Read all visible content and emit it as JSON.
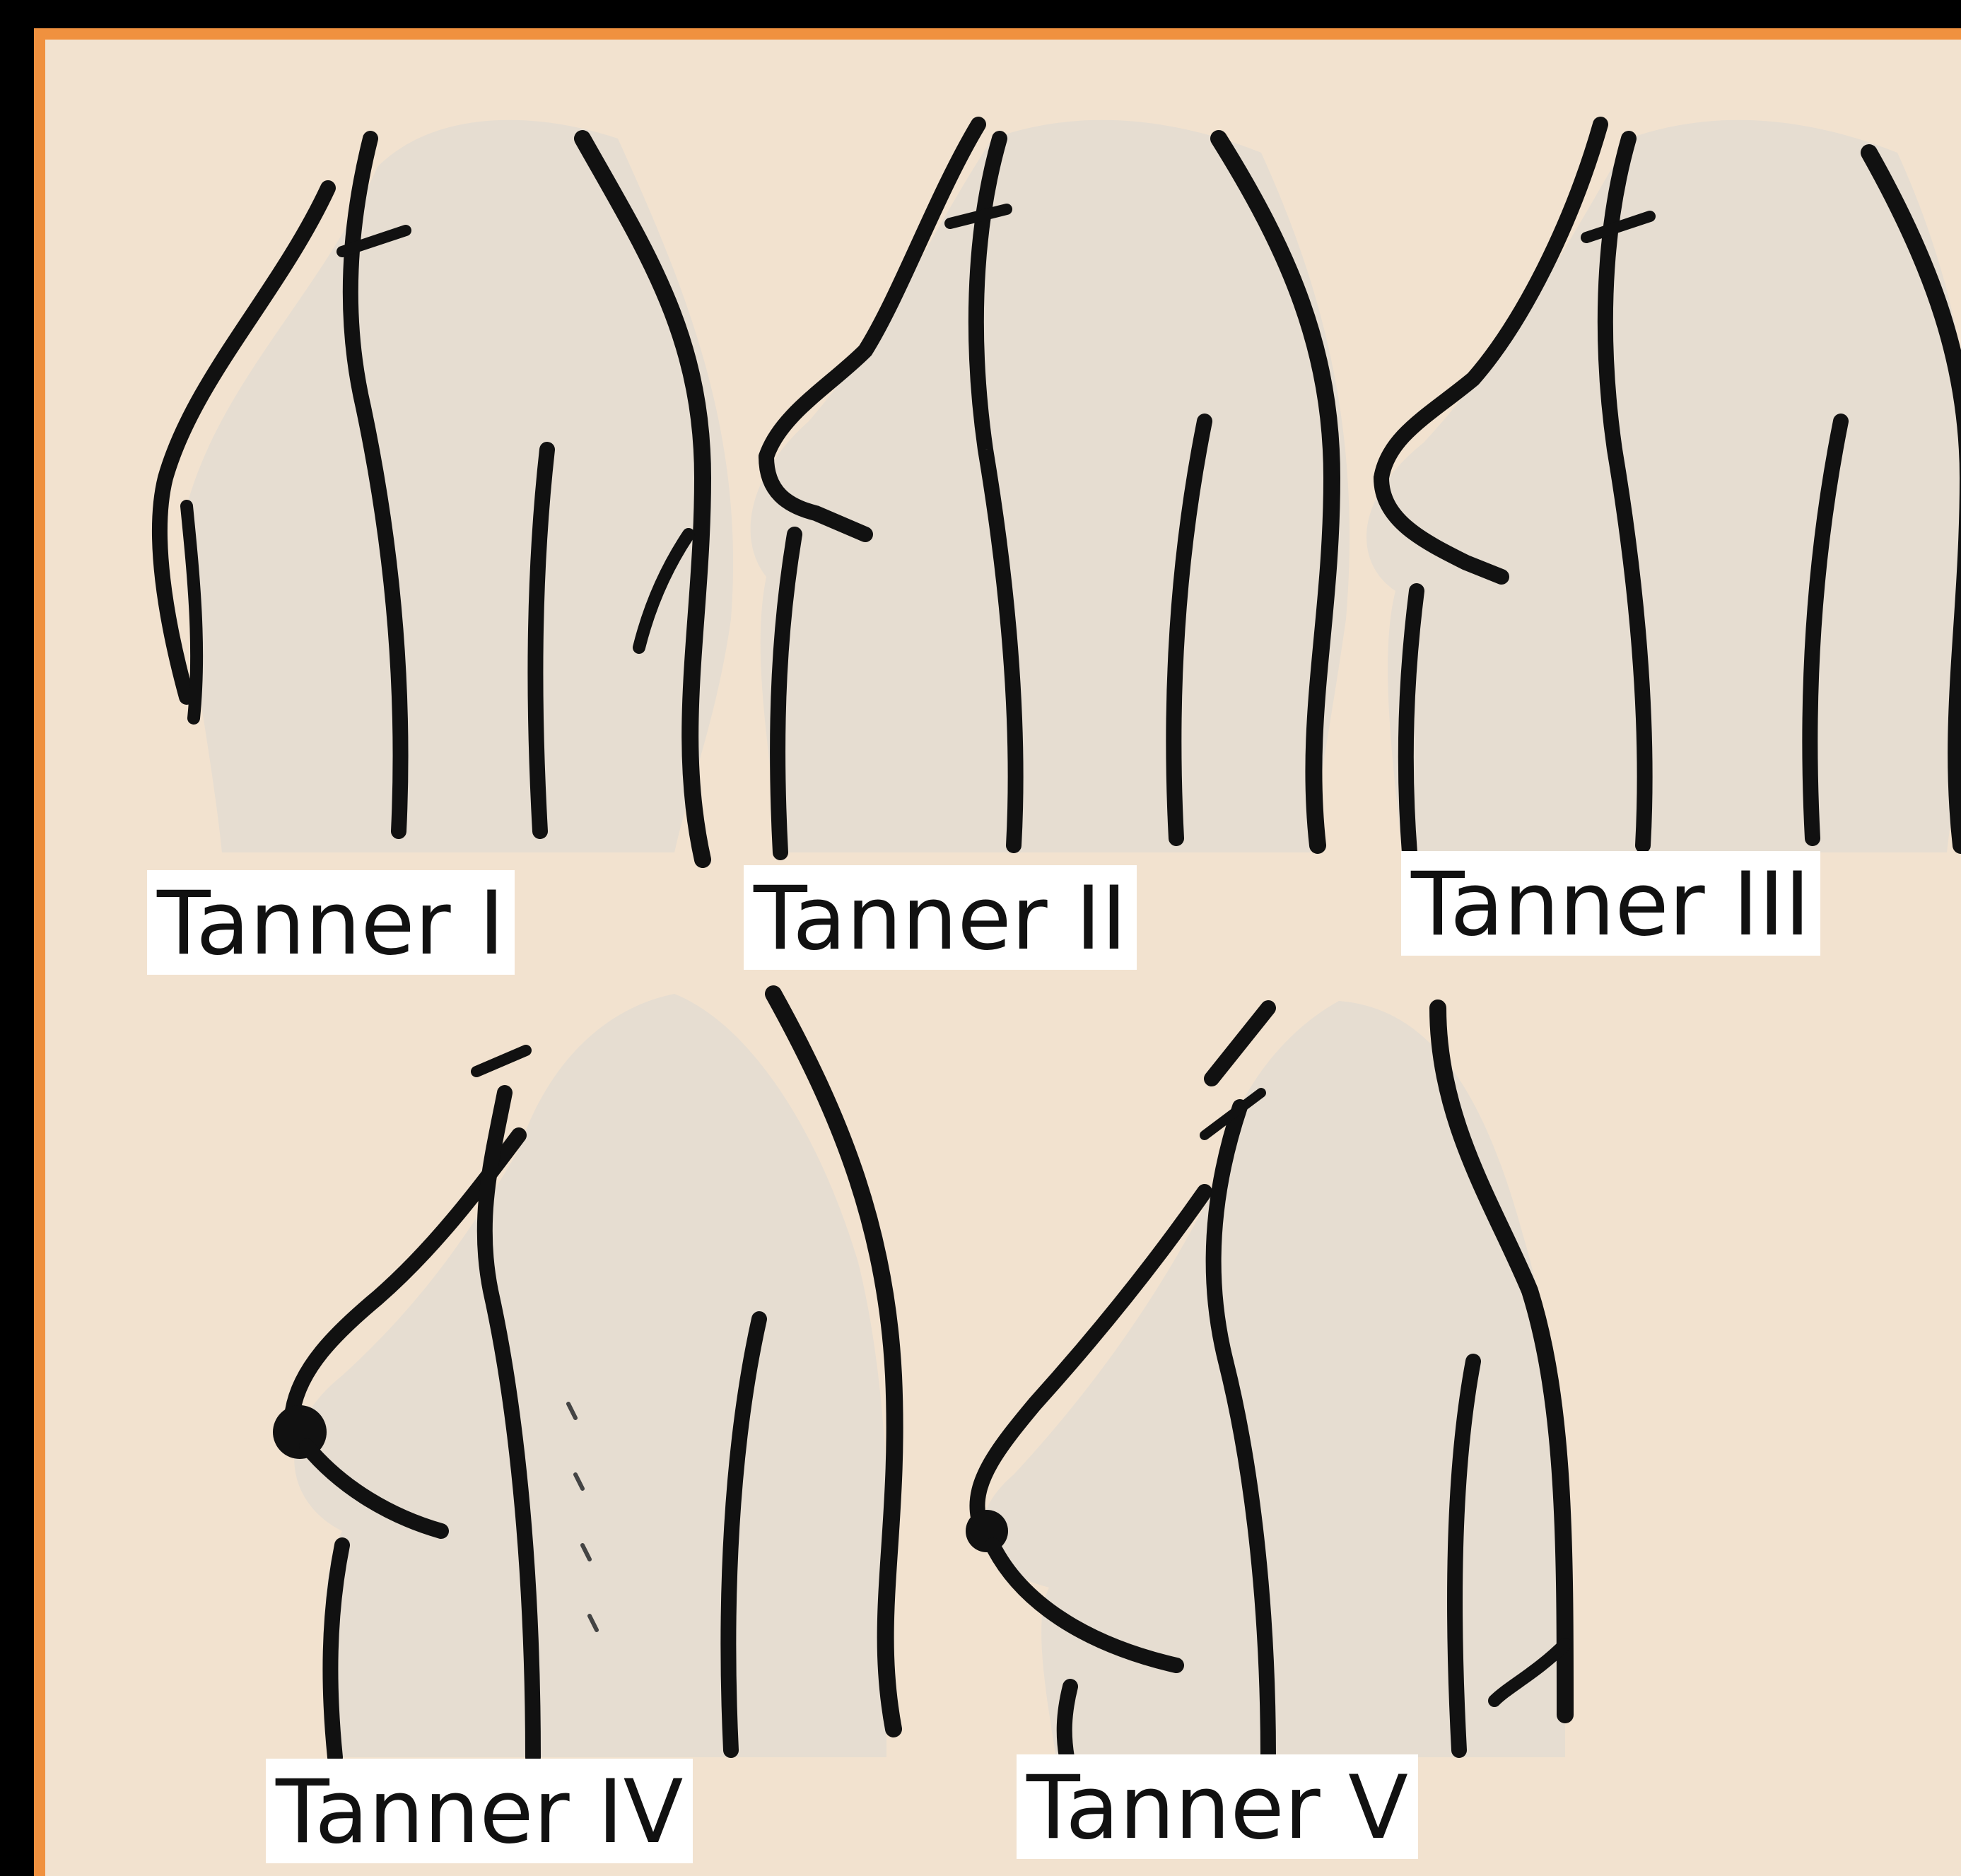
{
  "stages": [
    {
      "id": "tanner-1",
      "label": "Tanner I"
    },
    {
      "id": "tanner-2",
      "label": "Tanner II"
    },
    {
      "id": "tanner-3",
      "label": "Tanner III"
    },
    {
      "id": "tanner-4",
      "label": "Tanner IV"
    },
    {
      "id": "tanner-5",
      "label": "Tanner V"
    }
  ],
  "colors": {
    "frame": "#f0913f",
    "background": "#f2e2cf",
    "skin": "#e6ddd1",
    "outline": "#111111",
    "label_bg": "#ffffff"
  }
}
